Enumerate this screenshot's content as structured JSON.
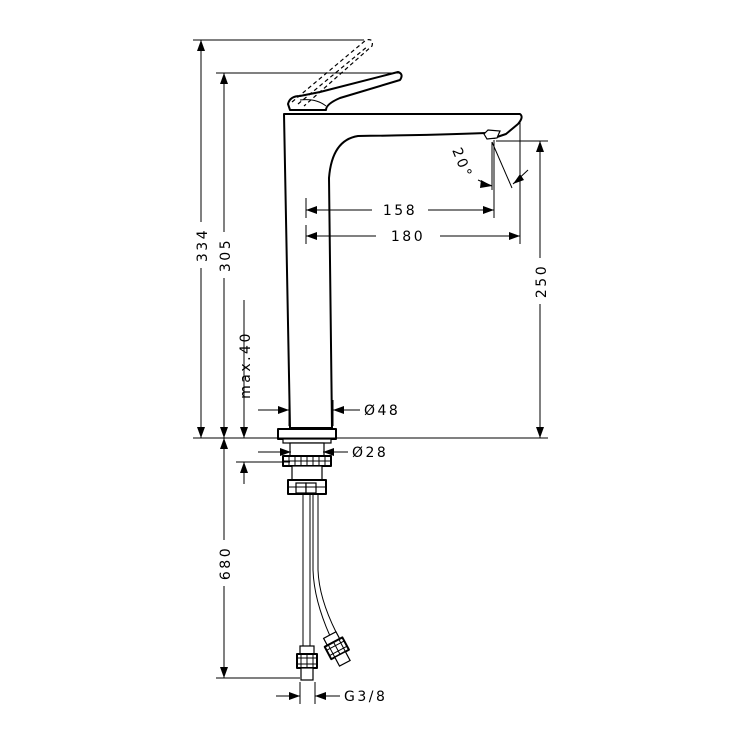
{
  "dimensions": {
    "overall_height_lever_open": "334",
    "overall_height": "305",
    "spout_height": "250",
    "spout_reach_aerator": "158",
    "spout_reach": "180",
    "aerator_angle": "20°",
    "max_counter_thickness": "max.40",
    "base_diameter": "Ø48",
    "shank_diameter": "Ø28",
    "hose_length": "680",
    "hose_connection": "G3/8"
  }
}
